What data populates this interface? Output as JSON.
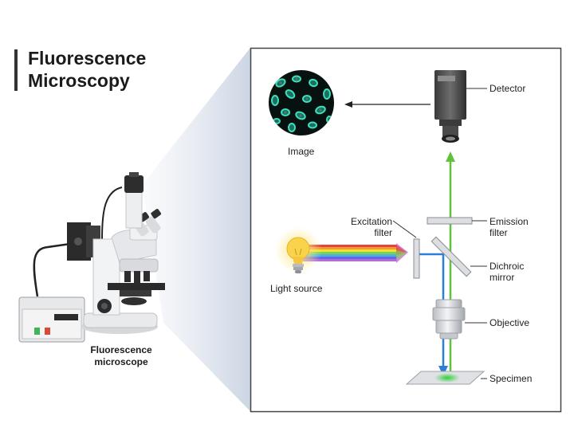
{
  "title": "Fluorescence\nMicroscopy",
  "microscope_caption": "Fluorescence\nmicroscope",
  "labels": {
    "image": "Image",
    "detector": "Detector",
    "excitation_filter": "Excitation\nfilter",
    "emission_filter": "Emission\nfilter",
    "dichroic_mirror": "Dichroic\nmirror",
    "light_source": "Light source",
    "objective": "Objective",
    "specimen": "Specimen"
  },
  "icons": [
    "microscope-icon",
    "light-bulb-icon",
    "detector-camera-icon",
    "cell-image-icon"
  ],
  "colors": {
    "emission_beam": "#5ec33b",
    "excitation_beam": "#2a7fd8",
    "panel_border": "#444444",
    "cell_fill": "#1a6f62",
    "cell_edge": "#3ee0b8"
  }
}
